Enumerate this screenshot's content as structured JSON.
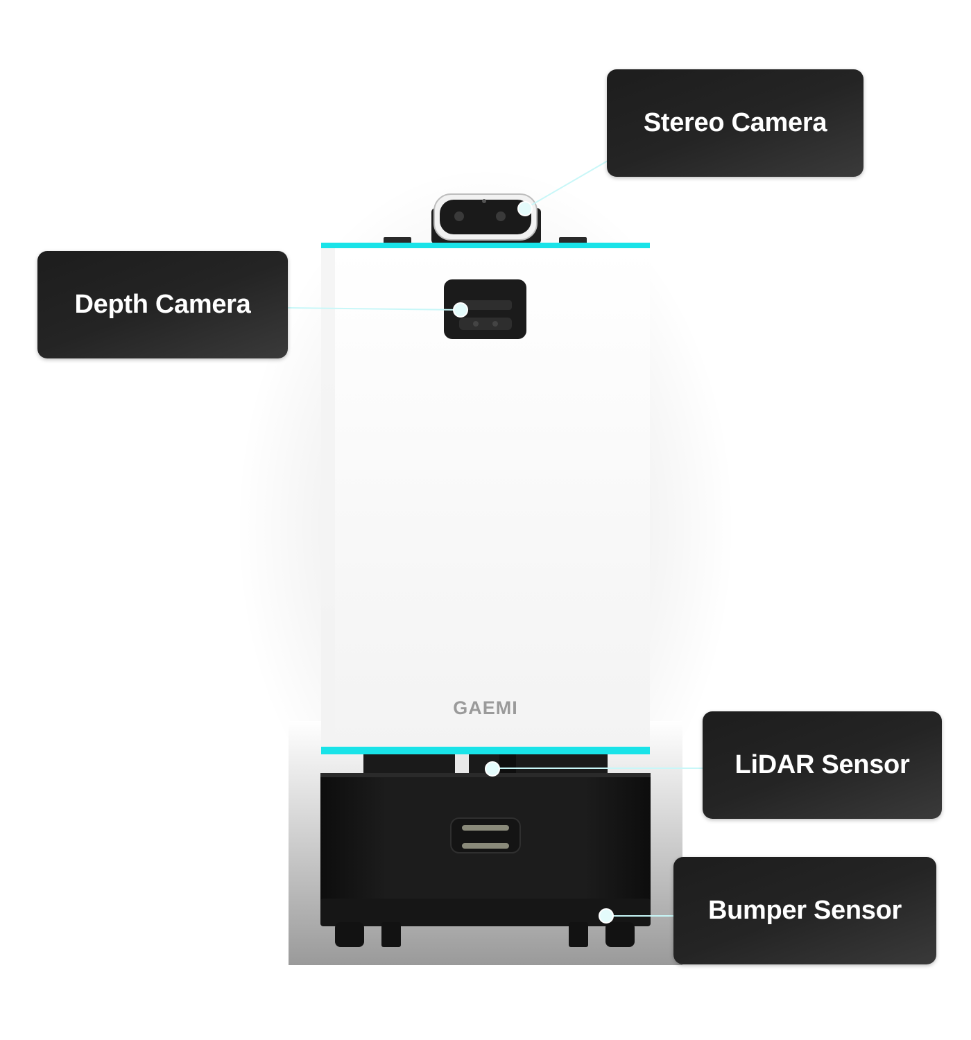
{
  "brand": {
    "logo_text": "GAEMI"
  },
  "callouts": {
    "stereo_camera": "Stereo Camera",
    "depth_camera": "Depth Camera",
    "lidar_sensor": "LiDAR Sensor",
    "bumper_sensor": "Bumper Sensor"
  },
  "colors": {
    "accent_cyan": "#19e3e8",
    "callout_bg": "#242424",
    "body_white": "#fafafa",
    "base_black": "#1a1a1a"
  }
}
